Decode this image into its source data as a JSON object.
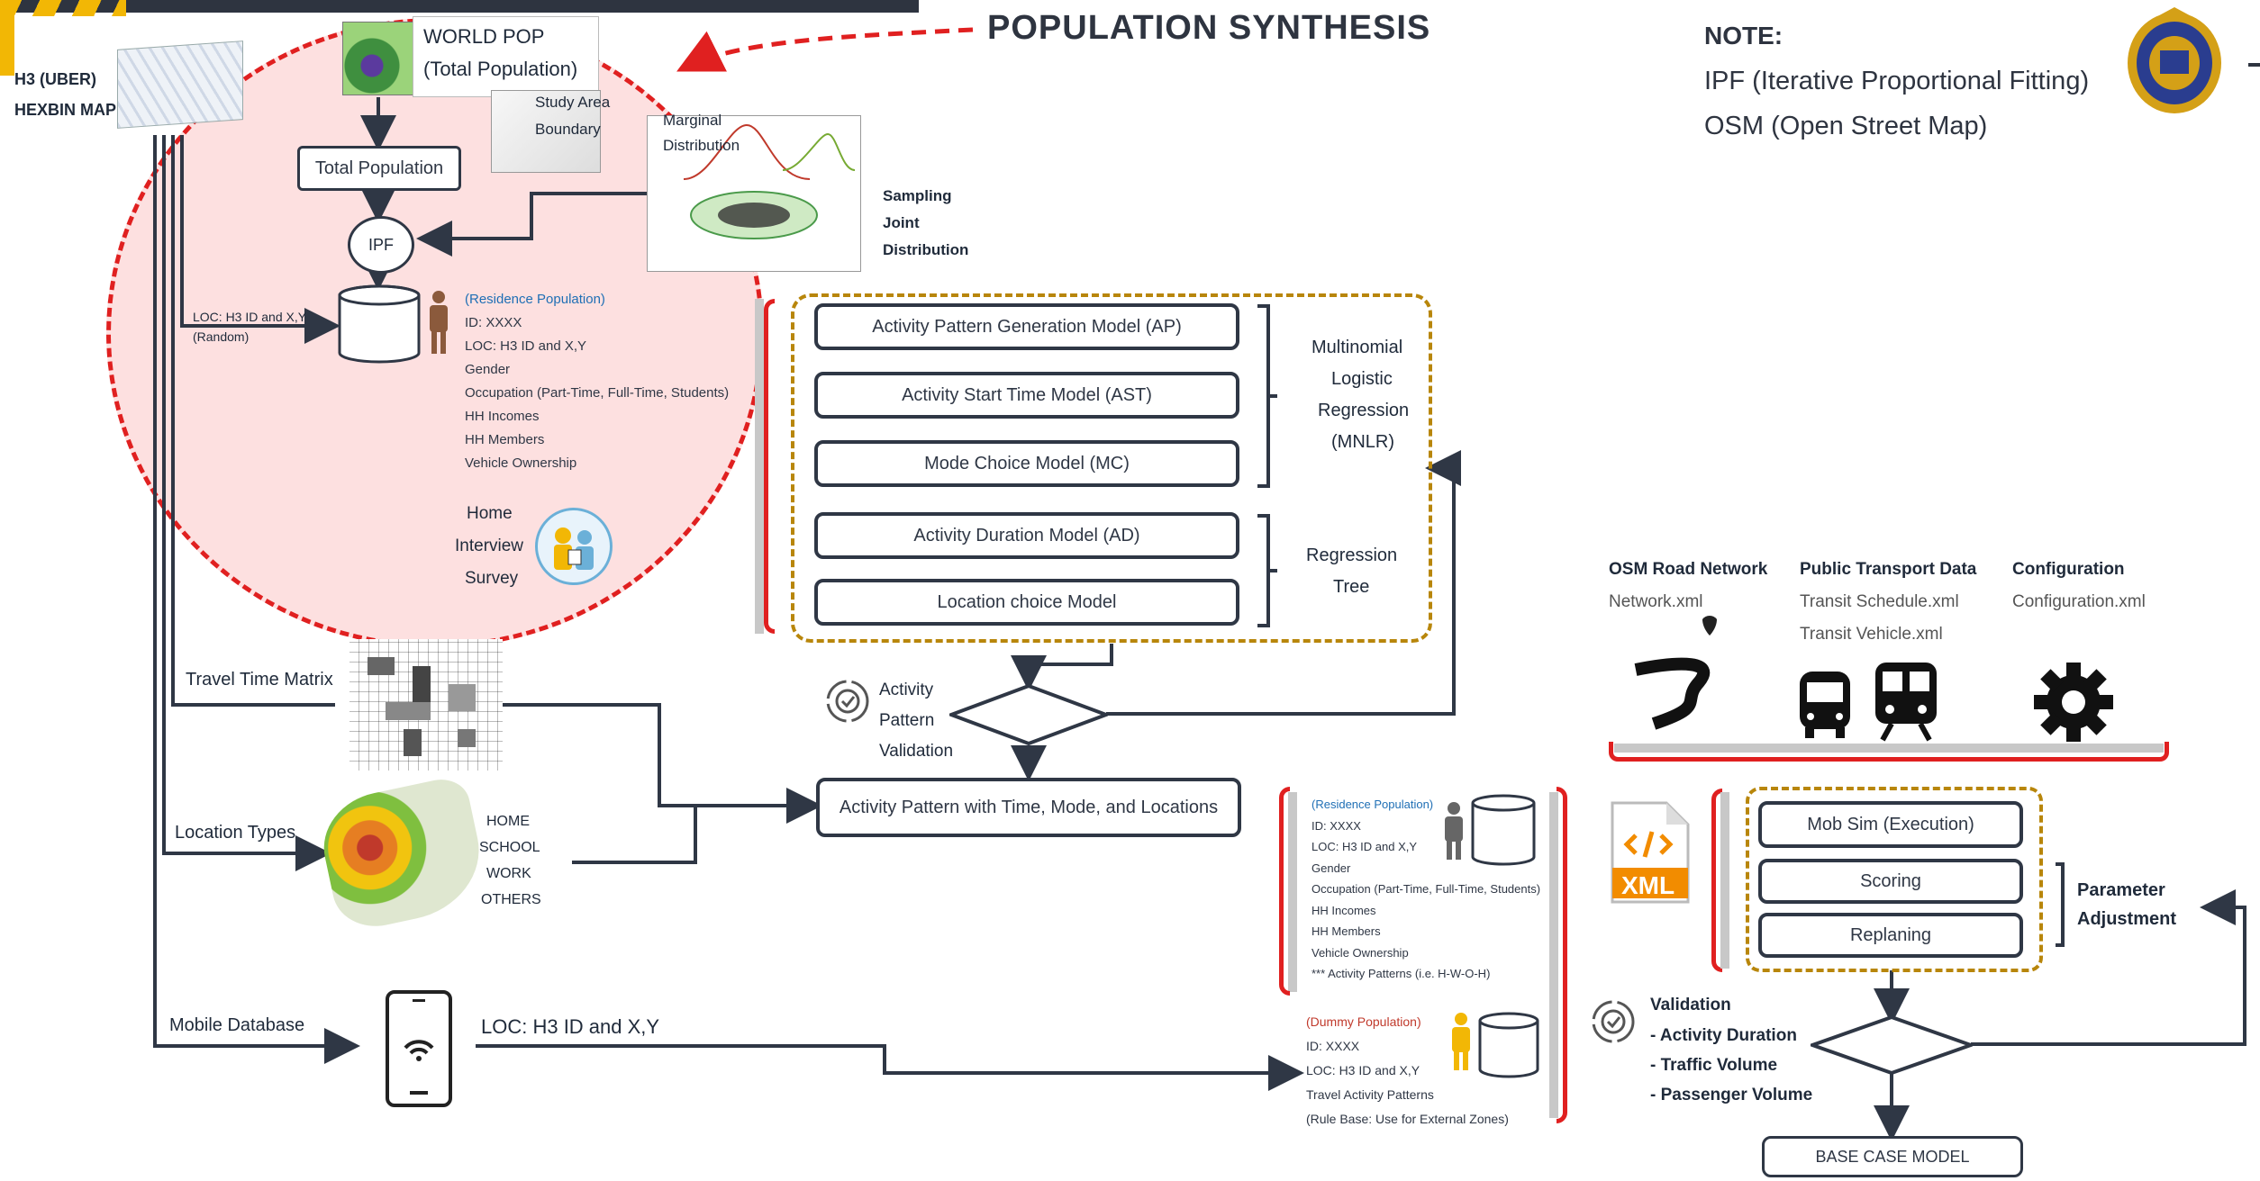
{
  "title": "POPULATION SYNTHESIS",
  "note": {
    "heading": "NOTE:",
    "lines": [
      "IPF (Iterative Proportional Fitting)",
      "OSM (Open Street Map)"
    ]
  },
  "left_inputs": {
    "h3_line1": "H3 (UBER)",
    "h3_line2": "HEXBIN MAP",
    "worldpop_line1": "WORLD POP",
    "worldpop_line2": "(Total Population)",
    "study_area_line1": "Study Area",
    "study_area_line2": "Boundary",
    "marginal_line1": "Marginal",
    "marginal_line2": "Distribution",
    "sampling_lines": [
      "Sampling",
      "Joint",
      "Distribution"
    ],
    "total_population": "Total Population",
    "ipf": "IPF",
    "loc_random_line1": "LOC: H3 ID and X,Y",
    "loc_random_line2": "(Random)",
    "survey_lines": [
      "Home",
      "Interview",
      "Survey"
    ]
  },
  "residence_attrs": {
    "heading": "(Residence Population)",
    "items": [
      "ID: XXXX",
      "LOC: H3 ID and X,Y",
      "Gender",
      "Occupation (Part-Time, Full-Time, Students)",
      "HH Incomes",
      "HH Members",
      "Vehicle Ownership"
    ]
  },
  "models": {
    "items": [
      "Activity Pattern Generation Model (AP)",
      "Activity Start Time Model (AST)",
      "Mode Choice Model (MC)",
      "Activity Duration Model (AD)",
      "Location choice Model"
    ],
    "mnlr_lines": [
      "Multinomial",
      "Logistic",
      "Regression",
      "(MNLR)"
    ],
    "tree_lines": [
      "Regression",
      "Tree"
    ]
  },
  "validation1_lines": [
    "Activity",
    "Pattern",
    "Validation"
  ],
  "activity_pattern_box": "Activity Pattern with Time, Mode, and Locations",
  "travel_time_matrix": "Travel Time Matrix",
  "location_types": {
    "label": "Location Types",
    "items": [
      "HOME",
      "SCHOOL",
      "WORK",
      "OTHERS"
    ]
  },
  "mobile": {
    "label": "Mobile Database",
    "loc": "LOC: H3 ID and X,Y"
  },
  "residence_attrs2": {
    "heading": "(Residence Population)",
    "items": [
      "ID: XXXX",
      "LOC: H3 ID and X,Y",
      "Gender",
      "Occupation (Part-Time, Full-Time, Students)",
      "HH Incomes",
      "HH Members",
      "Vehicle Ownership",
      "*** Activity Patterns (i.e. H-W-O-H)"
    ]
  },
  "dummy_attrs": {
    "heading": "(Dummy Population)",
    "items": [
      "ID: XXXX",
      "LOC: H3 ID and X,Y",
      "Travel Activity Patterns",
      "(Rule Base: Use for External Zones)"
    ]
  },
  "xml_label": "XML",
  "osm": {
    "heading": "OSM Road Network",
    "file": "Network.xml"
  },
  "public_transport": {
    "heading": "Public Transport Data",
    "files": [
      "Transit Schedule.xml",
      "Transit Vehicle.xml"
    ]
  },
  "configuration": {
    "heading": "Configuration",
    "file": "Configuration.xml"
  },
  "simulation": {
    "items": [
      "Mob Sim (Execution)",
      "Scoring",
      "Replaning"
    ],
    "param_lines": [
      "Parameter",
      "Adjustment"
    ]
  },
  "validation2": {
    "heading": "Validation",
    "items": [
      "- Activity Duration",
      "- Traffic Volume",
      "- Passenger Volume"
    ]
  },
  "base_case": "BASE CASE MODEL",
  "colors": {
    "dark_header": "#2e3440",
    "gold_accent": "#f2b705",
    "red_dashed": "#e02020",
    "circle_fill": "#fde0e0",
    "gold_dashed": "#b8860b",
    "blue_heading": "#1f6fb5",
    "red_heading": "#c0392b"
  },
  "icons": [
    "map-thumbnail",
    "worldpop-thumbnail",
    "boundary-thumbnail",
    "distribution-plot",
    "person-icon",
    "database-icon",
    "survey-icon",
    "matrix-thumbnail",
    "heatmap-thumbnail",
    "smartphone-icon",
    "validation-icon",
    "xml-file-icon",
    "road-icon",
    "bus-icon",
    "train-icon",
    "gear-icon",
    "logo-seal"
  ]
}
